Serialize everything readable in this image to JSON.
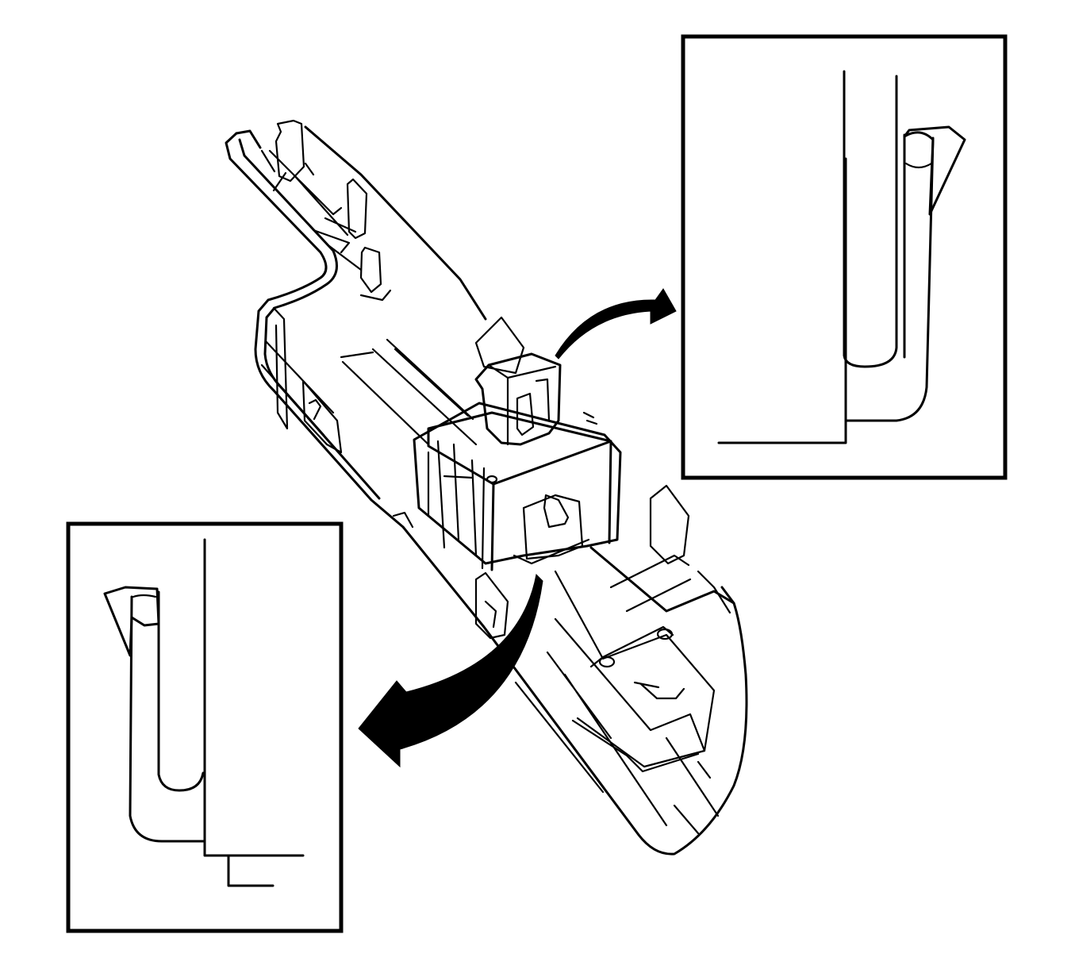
{
  "figure": {
    "background": "#ffffff",
    "stroke_color": "#000000",
    "parts": [
      "trim-panel",
      "switch-connector",
      "retaining-clip",
      "detail-view-upper",
      "detail-view-lower"
    ],
    "icons": [
      "curved-arrow-icon",
      "curved-arrow-icon"
    ]
  }
}
